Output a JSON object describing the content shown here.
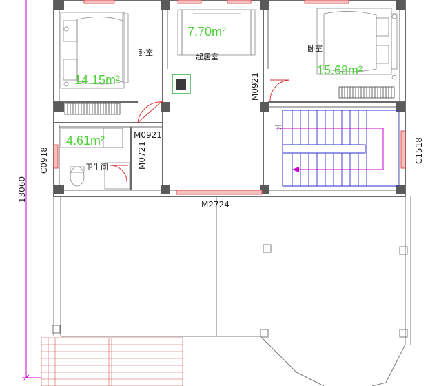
{
  "rooms": {
    "bedroom_left": {
      "name": "卧室",
      "area": "14.15m²"
    },
    "living_room": {
      "name": "起居室",
      "area": "7.70m²"
    },
    "bedroom_right": {
      "name": "卧室",
      "area": "15.68m²"
    },
    "bathroom": {
      "name": "卫生间",
      "area": "4.61m²"
    }
  },
  "labels": {
    "door_m0921_upper": "M0921",
    "door_m0921_lower": "M0921",
    "door_m0721": "M0721",
    "door_m2724": "M2724",
    "window_c0918": "C0918",
    "window_c1518": "C1518",
    "stair_down": "下",
    "dimension_total": "13060"
  },
  "colors": {
    "wall": "#6b6b6b",
    "column": "#5a5a5a",
    "window": "#e05050",
    "area_text": "#4cd137",
    "stair": "#2b2bd6",
    "stair_arrow": "#cc00cc",
    "dimension": "#cc00cc",
    "grid": "#d65050"
  }
}
